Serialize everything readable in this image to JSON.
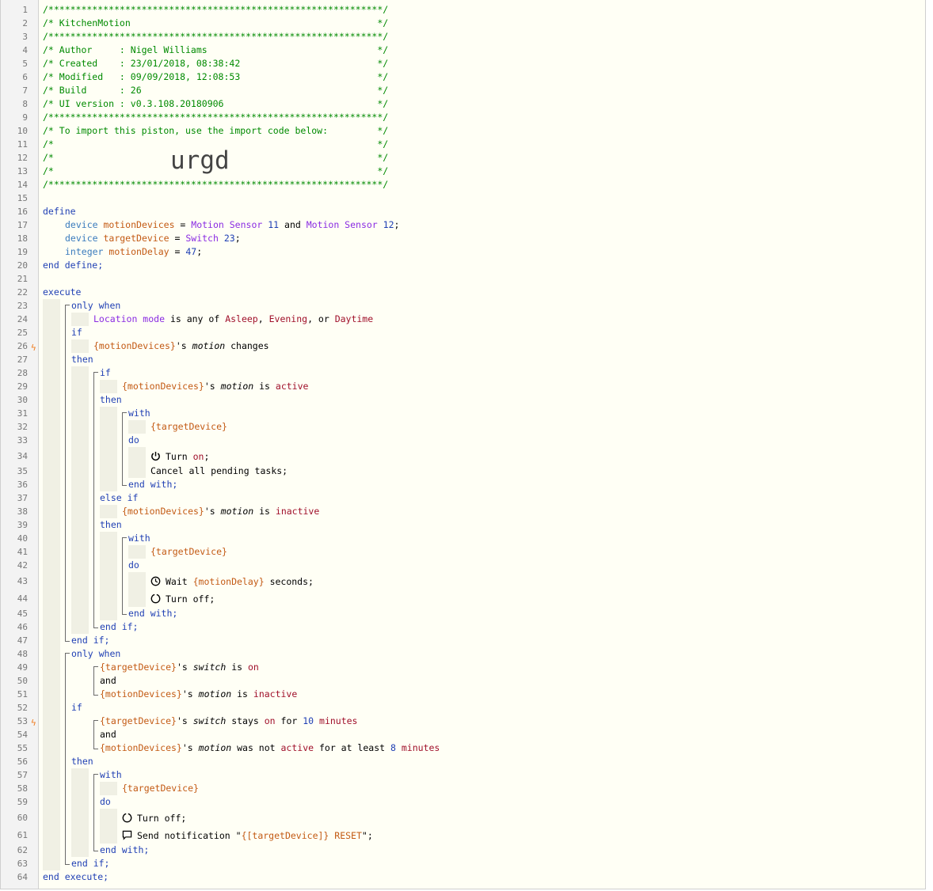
{
  "lines": [
    {
      "n": "1",
      "t": "/*************************************************************/"
    },
    {
      "n": "2",
      "t": "/* KitchenMotion                                             */"
    },
    {
      "n": "3",
      "t": "/*************************************************************/"
    },
    {
      "n": "4",
      "t": "/* Author     : Nigel Williams                               */"
    },
    {
      "n": "5",
      "t": "/* Created    : 23/01/2018, 08:38:42                         */"
    },
    {
      "n": "6",
      "t": "/* Modified   : 09/09/2018, 12:08:53                         */"
    },
    {
      "n": "7",
      "t": "/* Build      : 26                                           */"
    },
    {
      "n": "8",
      "t": "/* UI version : v0.3.108.20180906                            */"
    },
    {
      "n": "9",
      "t": "/*************************************************************/"
    },
    {
      "n": "10",
      "t": "/* To import this piston, use the import code below:         */"
    },
    {
      "n": "11",
      "t": "/*                                                           */"
    },
    {
      "n": "12",
      "t": "/*                                                           */"
    },
    {
      "n": "13",
      "t": "/*                                                           */"
    },
    {
      "n": "14",
      "t": "/*************************************************************/"
    },
    {
      "n": "15",
      "t": ""
    },
    {
      "n": "16",
      "t": "define"
    },
    {
      "n": "17",
      "t": "device motionDevices = Motion Sensor 11 and Motion Sensor 12;"
    },
    {
      "n": "18",
      "t": "device targetDevice = Switch 23;"
    },
    {
      "n": "19",
      "t": "integer motionDelay = 47;"
    },
    {
      "n": "20",
      "t": "end define;"
    },
    {
      "n": "21",
      "t": ""
    },
    {
      "n": "22",
      "t": "execute"
    },
    {
      "n": "23",
      "t": "only when"
    },
    {
      "n": "24",
      "t": "Location mode is any of Asleep, Evening, or Daytime"
    },
    {
      "n": "25",
      "t": "if"
    },
    {
      "n": "26",
      "t": "{motionDevices}'s motion changes"
    },
    {
      "n": "27",
      "t": "then"
    },
    {
      "n": "28",
      "t": "if"
    },
    {
      "n": "29",
      "t": "{motionDevices}'s motion is active"
    },
    {
      "n": "30",
      "t": "then"
    },
    {
      "n": "31",
      "t": "with"
    },
    {
      "n": "32",
      "t": "{targetDevice}"
    },
    {
      "n": "33",
      "t": "do"
    },
    {
      "n": "34",
      "t": "Turn on;"
    },
    {
      "n": "35",
      "t": "Cancel all pending tasks;"
    },
    {
      "n": "36",
      "t": "end with;"
    },
    {
      "n": "37",
      "t": "else if"
    },
    {
      "n": "38",
      "t": "{motionDevices}'s motion is inactive"
    },
    {
      "n": "39",
      "t": "then"
    },
    {
      "n": "40",
      "t": "with"
    },
    {
      "n": "41",
      "t": "{targetDevice}"
    },
    {
      "n": "42",
      "t": "do"
    },
    {
      "n": "43",
      "t": "Wait {motionDelay} seconds;"
    },
    {
      "n": "44",
      "t": "Turn off;"
    },
    {
      "n": "45",
      "t": "end with;"
    },
    {
      "n": "46",
      "t": "end if;"
    },
    {
      "n": "47",
      "t": "end if;"
    },
    {
      "n": "48",
      "t": "only when"
    },
    {
      "n": "49",
      "t": "{targetDevice}'s switch is on"
    },
    {
      "n": "50",
      "t": "and"
    },
    {
      "n": "51",
      "t": "{motionDevices}'s motion is inactive"
    },
    {
      "n": "52",
      "t": "if"
    },
    {
      "n": "53",
      "t": "{targetDevice}'s switch stays on for 10 minutes"
    },
    {
      "n": "54",
      "t": "and"
    },
    {
      "n": "55",
      "t": "{motionDevices}'s motion was not active for at least 8 minutes"
    },
    {
      "n": "56",
      "t": "then"
    },
    {
      "n": "57",
      "t": "with"
    },
    {
      "n": "58",
      "t": "{targetDevice}"
    },
    {
      "n": "59",
      "t": "do"
    },
    {
      "n": "60",
      "t": "Turn off;"
    },
    {
      "n": "61",
      "t": "Send notification \"{[targetDevice]} RESET\";"
    },
    {
      "n": "62",
      "t": "end with;"
    },
    {
      "n": "63",
      "t": "end if;"
    },
    {
      "n": "64",
      "t": "end execute;"
    }
  ],
  "import_code": "urgd",
  "event_marker": "ϟ",
  "icons": {
    "power": "power-icon",
    "clock": "clock-icon",
    "circle": "circle-off-icon",
    "notify": "speech-bubble-icon"
  }
}
